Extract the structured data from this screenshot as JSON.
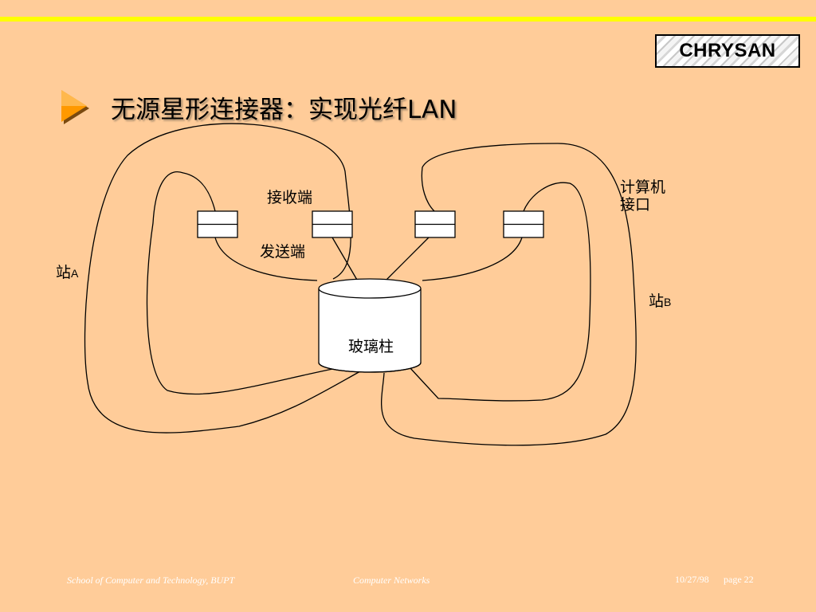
{
  "logo": {
    "text": "CHRYSAN"
  },
  "title": "无源星形连接器：实现光纤LAN",
  "labels": {
    "receive_end": "接收端",
    "send_end": "发送端",
    "computer_interface_line1": "计算机",
    "computer_interface_line2": "接口",
    "station_a": "站",
    "station_a_sub": "A",
    "station_b": "站",
    "station_b_sub": "B",
    "glass_cylinder": "玻璃柱"
  },
  "footer": {
    "school": "School of Computer and Technology, BUPT",
    "course": "Computer  Networks",
    "date": "10/27/98",
    "page": "page 22"
  },
  "colors": {
    "background": "#ffcc99",
    "top_rule": "#ffff00",
    "bullet": "#ff9900",
    "footer_text": "#ffffff"
  }
}
